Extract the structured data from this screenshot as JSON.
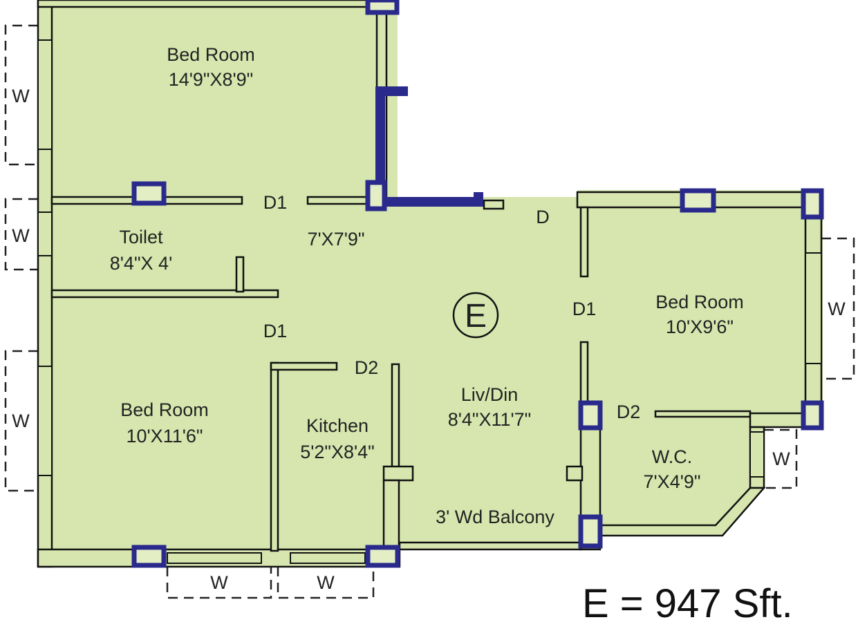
{
  "title": "Floor plan unit E",
  "colors": {
    "floor": "#d6e6ae",
    "column": "#2a2a8c",
    "wall_line": "#111111"
  },
  "rooms": [
    {
      "name": "Bed Room",
      "size": "14'9\"X8'9\""
    },
    {
      "name": "Toilet",
      "size": "8'4\"X 4'"
    },
    {
      "name": "Bed Room",
      "size": "10'X11'6\""
    },
    {
      "name": "Kitchen",
      "size": "5'2\"X8'4\""
    },
    {
      "name": "Liv/Din",
      "size": "8'4\"X11'7\""
    },
    {
      "name": "Bed Room",
      "size": "10'X9'6\""
    },
    {
      "name": "W.C.",
      "size": "7'X4'9\""
    }
  ],
  "passage_size": "7'X7'9\"",
  "balcony": "3' Wd Balcony",
  "doors": {
    "d1": "D1",
    "d2": "D2",
    "d": "D"
  },
  "window": "W",
  "unit_mark": "E",
  "area_label": "E = 947 Sft."
}
